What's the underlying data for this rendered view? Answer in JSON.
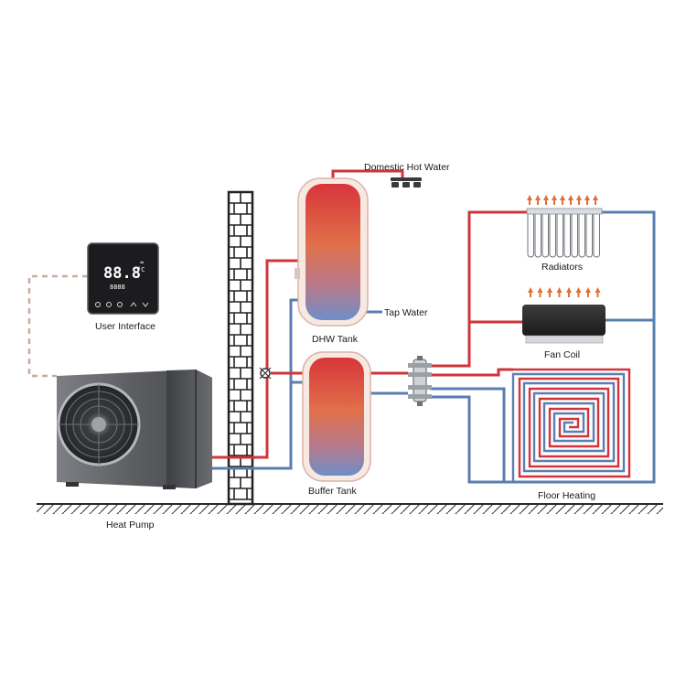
{
  "labels": {
    "domestic_hot_water": "Domestic Hot Water",
    "radiators": "Radiators",
    "user_interface": "User Interface",
    "tap_water": "Tap Water",
    "fan_coil": "Fan Coil",
    "dhw_tank": "DHW Tank",
    "buffer_tank": "Buffer Tank",
    "floor_heating": "Floor Heating",
    "heat_pump": "Heat Pump"
  },
  "thermostat": {
    "main_reading": "88.8",
    "unit": "°C",
    "sub_reading": "8888",
    "buttons": [
      "power-icon",
      "mode-icon",
      "clock-icon",
      "up-icon",
      "down-icon"
    ]
  },
  "colors": {
    "hot_pipe": "#d2343a",
    "cold_pipe": "#5a7eb0",
    "control_line": "#c9aaa0",
    "ground": "#2a2a2a"
  }
}
